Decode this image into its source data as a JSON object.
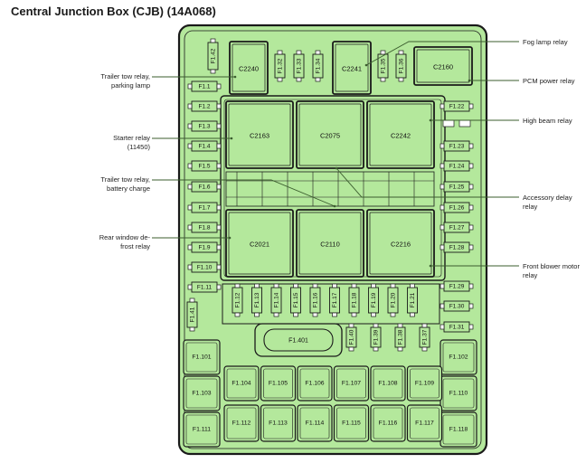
{
  "title": "Central Junction Box (CJB) (14A068)",
  "colors": {
    "fill": "#b4e89c",
    "stroke": "#1a1a1a",
    "accent": "#0e5a14",
    "leader": "#3b5d2e"
  },
  "callouts": [
    {
      "key": "trailer_park",
      "lines": [
        "Trailer tow relay,",
        "parking lamp"
      ]
    },
    {
      "key": "starter",
      "lines": [
        "Starter relay",
        "(11450)"
      ]
    },
    {
      "key": "trailer_batt",
      "lines": [
        "Trailer tow relay,",
        "battery charge"
      ]
    },
    {
      "key": "rear_window",
      "lines": [
        "Rear window de-",
        "frost relay"
      ]
    },
    {
      "key": "fog",
      "lines": [
        "Fog lamp relay"
      ]
    },
    {
      "key": "pcm",
      "lines": [
        "PCM power relay"
      ]
    },
    {
      "key": "high_beam",
      "lines": [
        "High beam relay"
      ]
    },
    {
      "key": "accessory",
      "lines": [
        "Accessory delay",
        "relay"
      ]
    },
    {
      "key": "blower",
      "lines": [
        "Front blower motor",
        "relay"
      ]
    }
  ],
  "relays": {
    "top": [
      "C2240",
      "C2241",
      "C2160"
    ],
    "upper": [
      "C2163",
      "C2075",
      "C2242"
    ],
    "lower": [
      "C2021",
      "C2110",
      "C2216"
    ]
  },
  "fuses": {
    "f142": "F1.42",
    "top_mid_left": [
      "F1.32",
      "F1.33",
      "F1.34"
    ],
    "top_mid_right": [
      "F1.35",
      "F1.36"
    ],
    "left_col": [
      "F1.1",
      "F1.2",
      "F1.3",
      "F1.4",
      "F1.5",
      "F1.6",
      "F1.7",
      "F1.8",
      "F1.9",
      "F1.10",
      "F1.11"
    ],
    "right_col": [
      "F1.22",
      "F1.23",
      "F1.24",
      "F1.25",
      "F1.26",
      "F1.27",
      "F1.28"
    ],
    "right_low": [
      "F1.29",
      "F1.30",
      "F1.31"
    ],
    "bottom_row": [
      "F1.12",
      "F1.13",
      "F1.14",
      "F1.15",
      "F1.16",
      "F1.17",
      "F1.18",
      "F1.19",
      "F1.20",
      "F1.21"
    ],
    "f141": "F1.41",
    "f1401": "F1.401",
    "small_row": [
      "F1.40",
      "F1.39",
      "F1.38",
      "F1.37"
    ],
    "maxi_left": [
      "F1.101",
      "F1.103",
      "F1.111"
    ],
    "maxi_right": [
      "F1.102",
      "F1.110",
      "F1.118"
    ],
    "maxi_row1": [
      "F1.104",
      "F1.105",
      "F1.106",
      "F1.107",
      "F1.108",
      "F1.109"
    ],
    "maxi_row2": [
      "F1.112",
      "F1.113",
      "F1.114",
      "F1.115",
      "F1.116",
      "F1.117"
    ]
  }
}
